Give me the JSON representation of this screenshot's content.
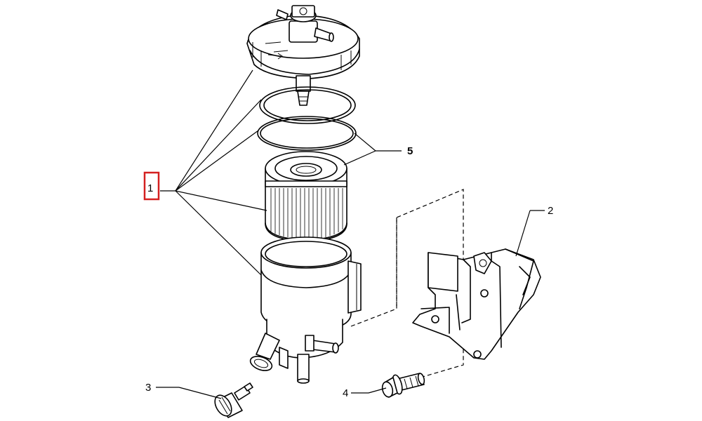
{
  "callouts": {
    "c1": "1",
    "c2": "2",
    "c3": "3",
    "c4": "4",
    "c5": "5"
  },
  "colors": {
    "ink": "#000000",
    "background": "#ffffff",
    "highlight": "#d42020"
  }
}
